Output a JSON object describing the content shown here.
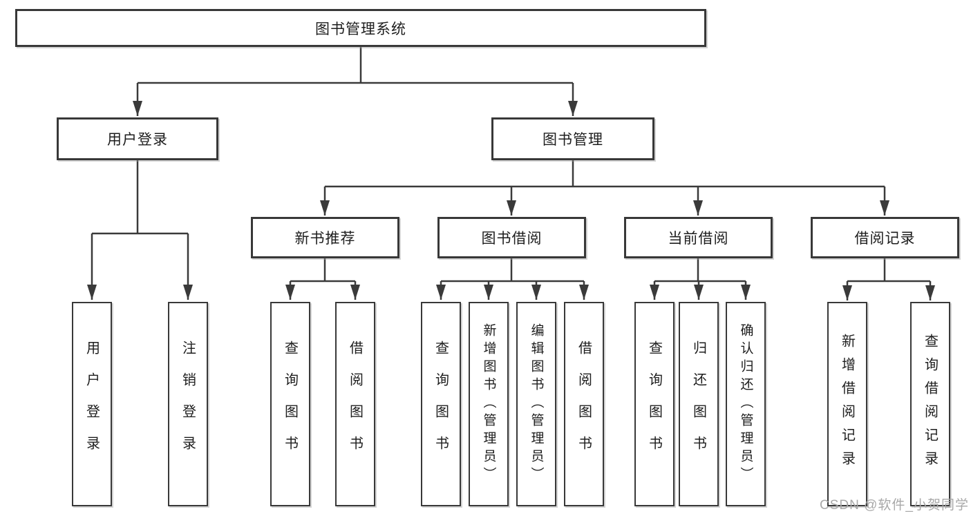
{
  "diagram": {
    "root": {
      "label": "图书管理系统"
    },
    "branches": [
      {
        "label": "用户登录",
        "children": [
          {
            "label": "用户登录"
          },
          {
            "label": "注销登录"
          }
        ]
      },
      {
        "label": "图书管理",
        "groups": [
          {
            "label": "新书推荐",
            "children": [
              {
                "label": "查询图书"
              },
              {
                "label": "借阅图书"
              }
            ]
          },
          {
            "label": "图书借阅",
            "children": [
              {
                "label": "查询图书"
              },
              {
                "label": "新增图书（管理员）"
              },
              {
                "label": "编辑图书（管理员）"
              },
              {
                "label": "借阅图书"
              }
            ]
          },
          {
            "label": "当前借阅",
            "children": [
              {
                "label": "查询图书"
              },
              {
                "label": "归还图书"
              },
              {
                "label": "确认归还（管理员）"
              }
            ]
          },
          {
            "label": "借阅记录",
            "children": [
              {
                "label": "新增借阅记录"
              },
              {
                "label": "查询借阅记录"
              }
            ]
          }
        ]
      }
    ]
  },
  "watermark": "CSDN @软件_小贺同学",
  "colors": {
    "line": "#3a3a3a",
    "box_border": "#383838",
    "text": "#1d1d1d",
    "watermark": "#a8a8a8",
    "background": "#ffffff"
  }
}
